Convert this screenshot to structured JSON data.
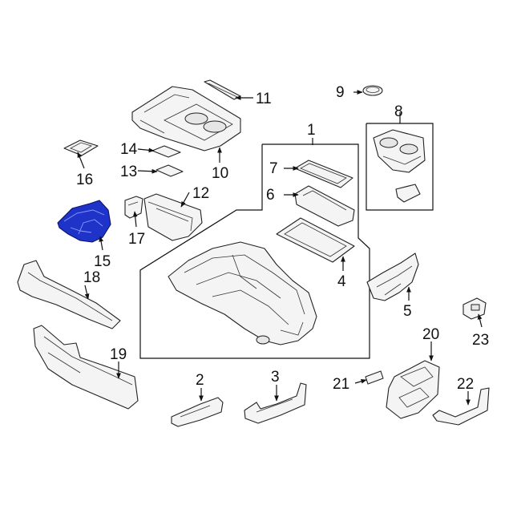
{
  "diagram": {
    "callouts": [
      "1",
      "2",
      "3",
      "4",
      "5",
      "6",
      "7",
      "8",
      "9",
      "10",
      "11",
      "12",
      "13",
      "14",
      "15",
      "16",
      "17",
      "18",
      "19",
      "20",
      "21",
      "22",
      "23"
    ],
    "highlighted_part": "15",
    "highlight_color": "#1f33c9"
  }
}
